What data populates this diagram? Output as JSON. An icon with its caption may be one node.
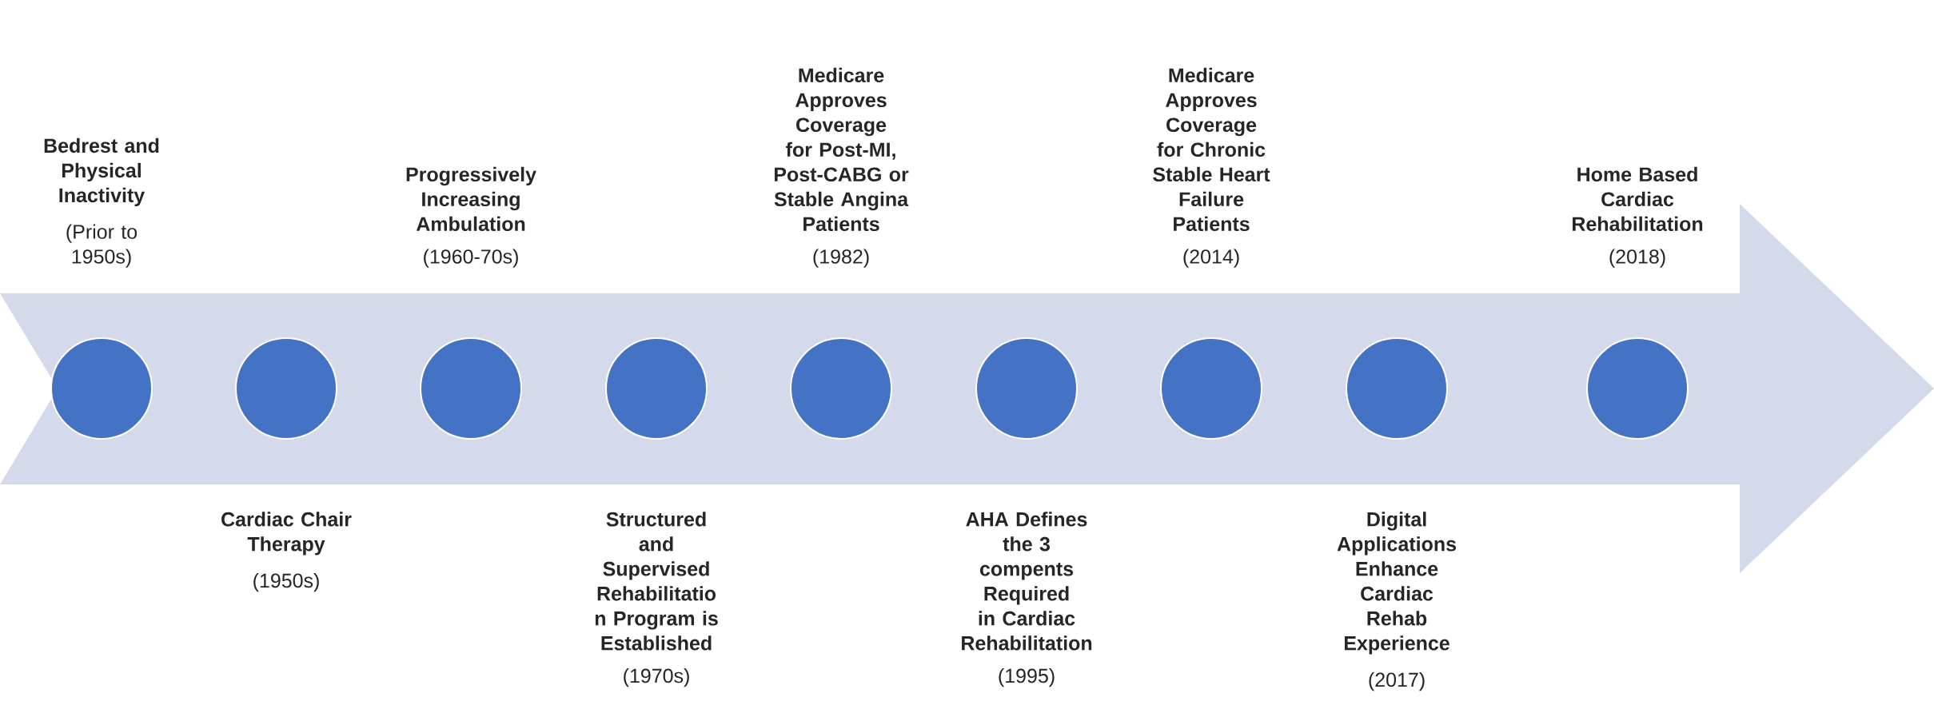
{
  "diagram": {
    "nodes": [
      {
        "text": [],
        "shape": "circle",
        "beside": [
          "Bedrest and Physical Inactivity",
          "(Prior to 1950s)"
        ]
      },
      {
        "text": [],
        "shape": "circle",
        "beside": [
          "Cardiac Chair Therapy",
          "(1950s)"
        ]
      },
      {
        "text": [],
        "shape": "circle",
        "beside": [
          "Progressively Increasing Ambulation",
          "(1960-70s)"
        ]
      },
      {
        "text": [],
        "shape": "circle",
        "beside": [
          "Structured and Supervised Rehabilitatio n Program is Established",
          "(1970s)"
        ]
      },
      {
        "text": [],
        "shape": "circle",
        "beside": [
          "Medicare Approves Coverage for Post-MI, Post-CABG or Stable Angina Patients",
          "(1982)"
        ]
      },
      {
        "text": [],
        "shape": "circle",
        "beside": [
          "AHA Defines the 3 compents Required in Cardiac Rehabilitation",
          "(1995)"
        ]
      },
      {
        "text": [],
        "shape": "circle",
        "beside": [
          "Medicare Approves Coverage for Chronic Stable Heart Failure Patients",
          "(2014)"
        ]
      },
      {
        "text": [],
        "shape": "circle",
        "beside": [
          "Digital Applications Enhance Cardiac Rehab Experience",
          "(2017)"
        ]
      },
      {
        "text": [],
        "shape": "circle",
        "beside": [
          "Home Based Cardiac Rehabilitation",
          "(2018)"
        ]
      }
    ]
  }
}
